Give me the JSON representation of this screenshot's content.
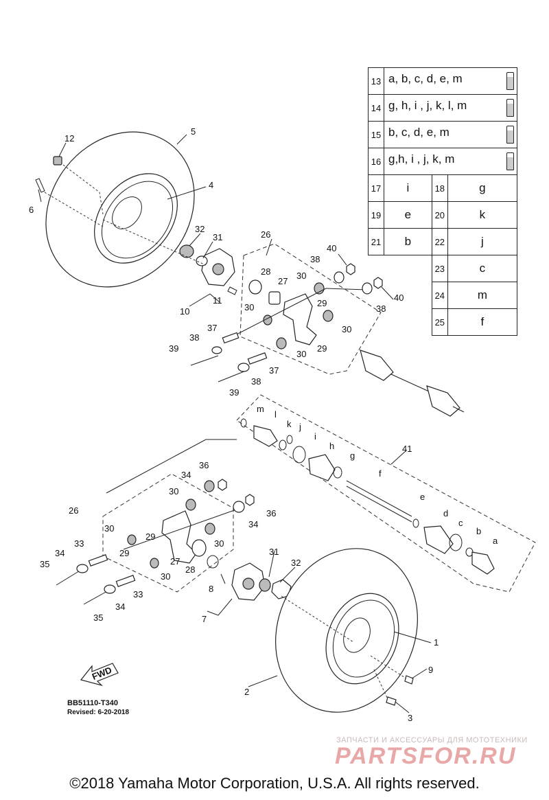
{
  "diagram": {
    "part_labels": [
      "1",
      "2",
      "3",
      "4",
      "5",
      "6",
      "7",
      "8",
      "9",
      "10",
      "11",
      "12",
      "26",
      "27",
      "28",
      "29",
      "30",
      "31",
      "32",
      "33",
      "34",
      "35",
      "36",
      "37",
      "38",
      "39",
      "40",
      "41"
    ],
    "shaft_labels": [
      "a",
      "b",
      "c",
      "d",
      "e",
      "f",
      "g",
      "h",
      "i",
      "j",
      "k",
      "l",
      "m"
    ],
    "fwd_label": "FWD"
  },
  "legend": [
    {
      "num": "13",
      "val": "a, b, c, d, e, m",
      "tube": true
    },
    {
      "num": "14",
      "val": "g, h, i , j, k, l, m",
      "tube": true
    },
    {
      "num": "15",
      "val": "b, c, d, e, m",
      "tube": true
    },
    {
      "num": "16",
      "val": "g,h, i , j, k, m",
      "tube": true
    },
    {
      "num": "17",
      "val": "i",
      "num2": "18",
      "val2": "g"
    },
    {
      "num": "19",
      "val": "e",
      "num2": "20",
      "val2": "k"
    },
    {
      "num": "21",
      "val": "b",
      "num2": "22",
      "val2": "j"
    },
    {
      "num2": "23",
      "val2": "c"
    },
    {
      "num2": "24",
      "val2": "m"
    },
    {
      "num2": "25",
      "val2": "f"
    }
  ],
  "footer": {
    "doc_code": "BB51110-T340",
    "revised": "Revised: 6-20-2018",
    "copyright": "©2018 Yamaha Motor Corporation, U.S.A. All rights reserved."
  },
  "watermark": {
    "tagline": "ЗАПЧАСТИ И АКСЕССУАРЫ ДЛЯ МОТОТЕХНИКИ",
    "brand": "PARTSFOR.RU"
  }
}
